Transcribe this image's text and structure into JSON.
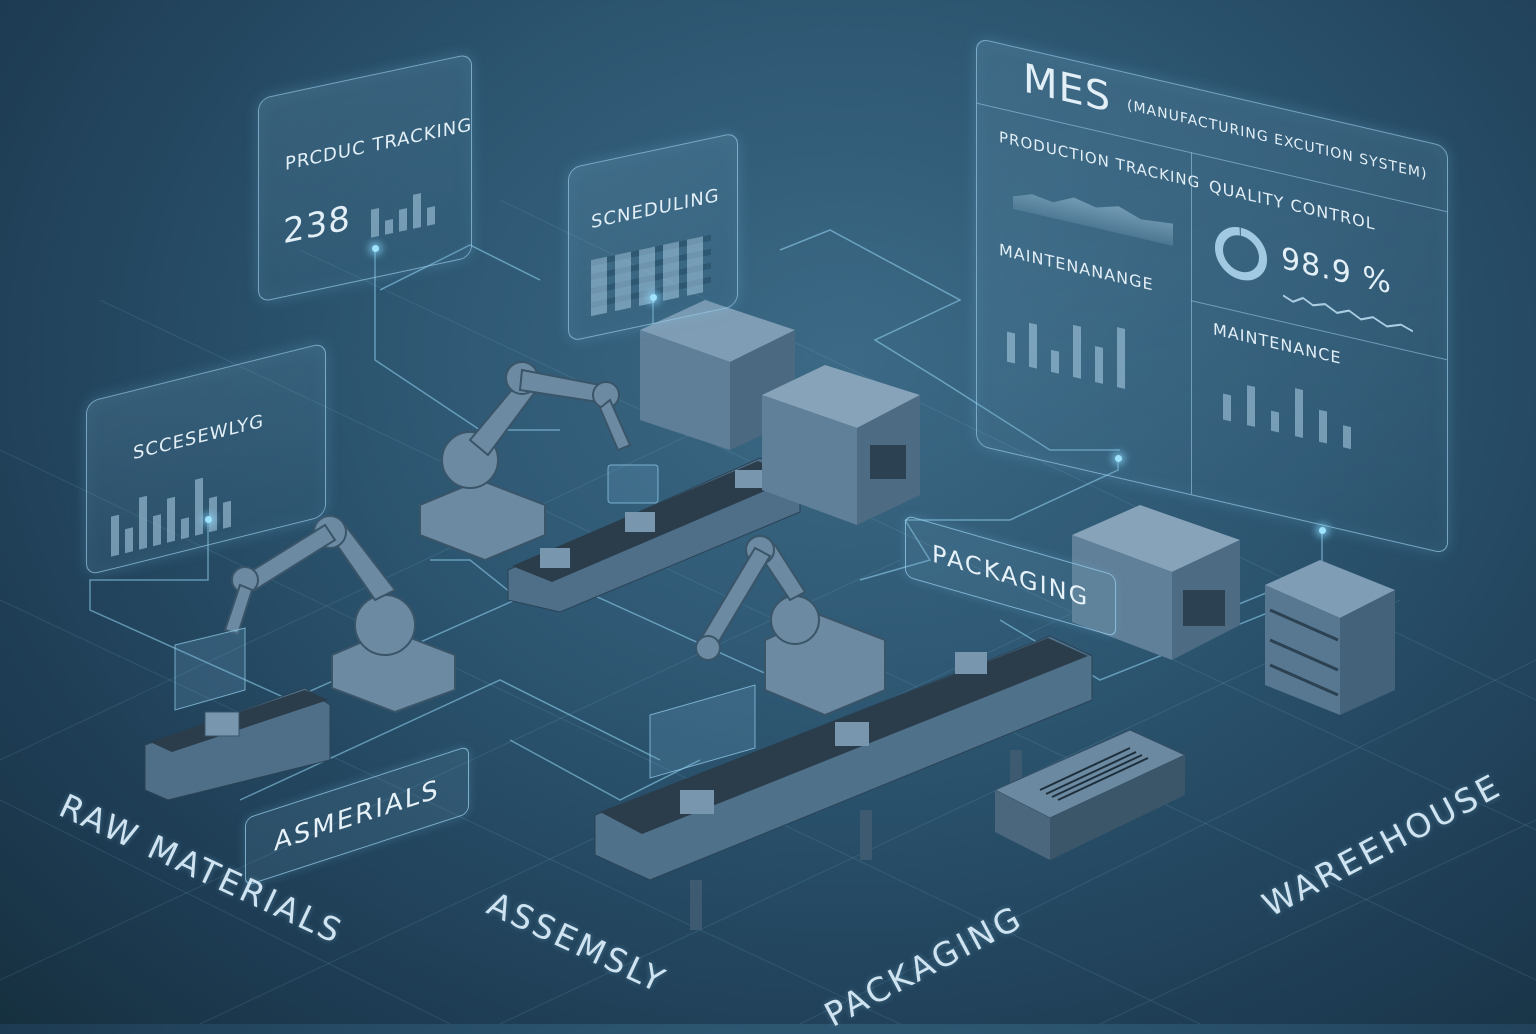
{
  "panels": {
    "product_tracking": {
      "title": "PRCDUC TRACKING",
      "value": "238"
    },
    "scheduling": {
      "title": "SCNEDULING"
    },
    "left_panel": {
      "title": "SCCESEWLYG"
    },
    "mes": {
      "title": "MES",
      "subtitle": "(MANUFACTURING EXCUTION SYSTEM)",
      "production_tracking": "PRODUCTION TRACKING",
      "maintenance_left": "MAINTENANANGE",
      "quality_control": "QUALITY CONTROL",
      "quality_value": "98.9 %",
      "quality_fraction": 0.989,
      "maintenance_right": "MAINTENANCE"
    }
  },
  "tags": {
    "packaging": "PACKAGING",
    "asmerials": "ASMERIALS"
  },
  "floor_labels": {
    "raw_materials": "RAW MATERIALS",
    "assembly": "ASSEMSLY",
    "packaging": "PACKAGING",
    "warehouse": "WAREEHOUSE"
  },
  "colors": {
    "background": "#2c5570",
    "accent": "#9fe3ff",
    "machine": "#5f819b"
  }
}
